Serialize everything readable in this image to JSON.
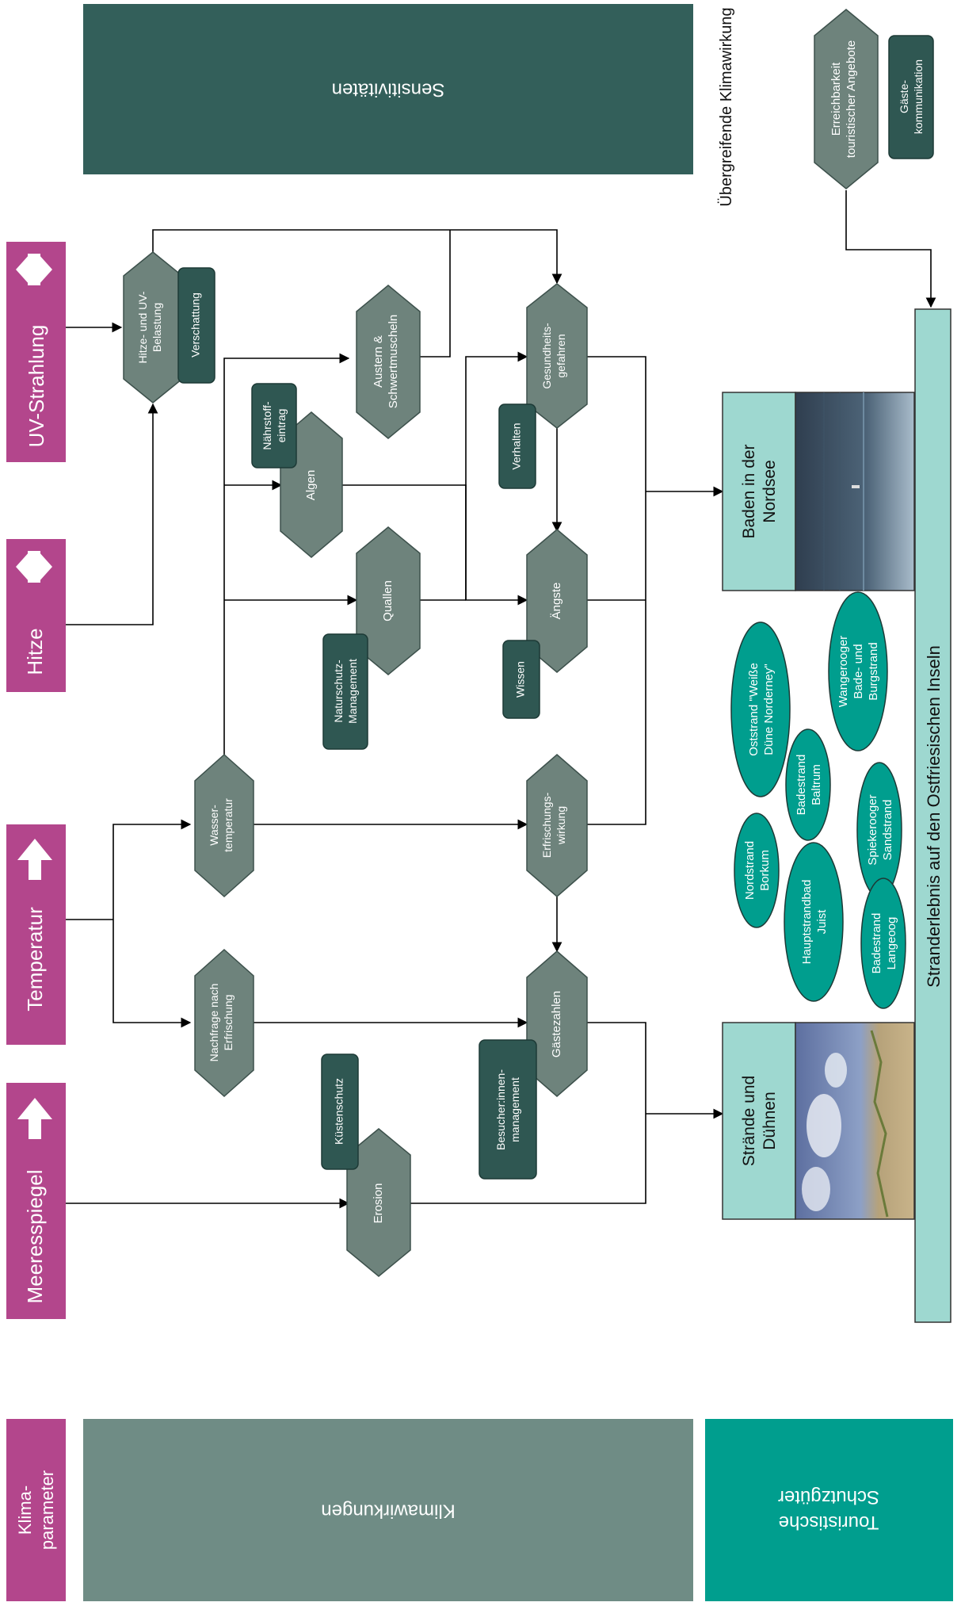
{
  "colors": {
    "magenta": "#b3468c",
    "dark_teal": "#335f5a",
    "grey_green": "#6f8c85",
    "hex_fill": "#6e837c",
    "dark_box": "#2f5752",
    "light_teal": "#9ed8d0",
    "turquoise": "#009e8e",
    "arrow": "#000000"
  },
  "header": {
    "sensitivities": "Sensitivitäten",
    "overarching": "Übergreifende Klimawirkung"
  },
  "legend": {
    "climate_parameter": "Klima-parameter",
    "climate_impacts": "Klimawirkungen",
    "tourist_assets": "Touristische Schutzgüter"
  },
  "parameters": [
    {
      "key": "uv",
      "label": "UV-Strahlung",
      "arrow": "split-arrow-icon"
    },
    {
      "key": "heat",
      "label": "Hitze",
      "arrow": "split-arrow-icon"
    },
    {
      "key": "temp",
      "label": "Temperatur",
      "arrow": "up-arrow-icon"
    },
    {
      "key": "sea",
      "label": "Meeresspiegel",
      "arrow": "up-arrow-icon"
    }
  ],
  "impacts": {
    "heat_uv": "Hitze- und UV-Belastung",
    "oysters": "Austern & Schwertmuscheln",
    "health": "Gesundheits-gefahren",
    "algae": "Algen",
    "jellyfish": "Quallen",
    "fears": "Ängste",
    "water_temp": "Wasser-temperatur",
    "refresh": "Erfrischungs-wirkung",
    "demand": "Nachfrage nach Erfrischung",
    "guests": "Gästezahlen",
    "erosion": "Erosion",
    "access": "Erreichbarkeit touristischer Angebote"
  },
  "sensitivities": {
    "shading": "Verschattung",
    "nutrients": "Nährstoff-eintrag",
    "behaviour": "Verhalten",
    "nature_mgmt": "Naturschutz-Management",
    "knowledge": "Wissen",
    "coastal": "Küstenschutz",
    "visitor_mgmt": "Besucher:innen-management",
    "guest_comm": "Gäste-kommunikation"
  },
  "assets": {
    "bathing": "Baden in der Nordsee",
    "beaches": "Strände und Dühnen",
    "main": "Stranderlebnis auf den Ostfriesischen Inseln"
  },
  "beaches": [
    "Oststrand \"Weiße Düne Norderney\"",
    "Wangerooger Bade- und Burgstrand",
    "Badestrand Baltrum",
    "Nordstrand Borkum",
    "Spiekerooger Sandstrand",
    "Hauptstrandbad Juist",
    "Badestrand Langeoog"
  ]
}
